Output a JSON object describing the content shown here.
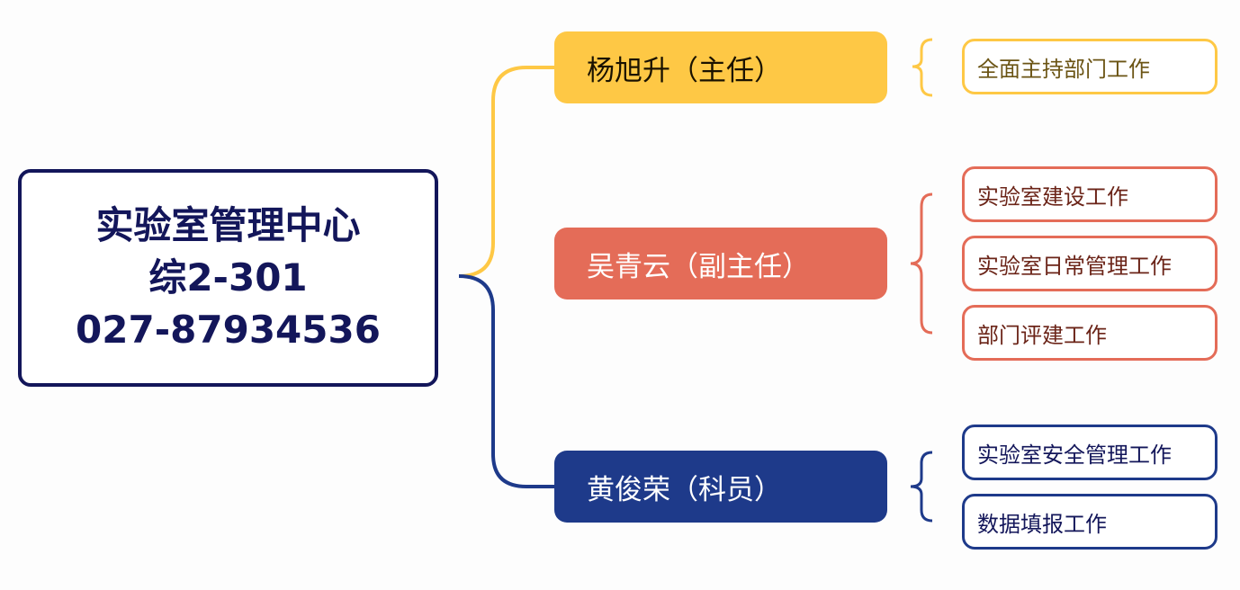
{
  "center": {
    "lines": [
      "实验室管理中心",
      "综2-301",
      "027-87934536"
    ]
  },
  "colors": {
    "yellow": "#fec845",
    "red": "#e46c58",
    "blue": "#1e3a8a",
    "navy": "#13165a"
  },
  "roles": [
    {
      "name": "杨旭升（主任）",
      "tasks": [
        "全面主持部门工作"
      ]
    },
    {
      "name": "吴青云（副主任）",
      "tasks": [
        "实验室建设工作",
        "实验室日常管理工作",
        "部门评建工作"
      ]
    },
    {
      "name": "黄俊荣（科员）",
      "tasks": [
        "实验室安全管理工作",
        "数据填报工作"
      ]
    }
  ]
}
